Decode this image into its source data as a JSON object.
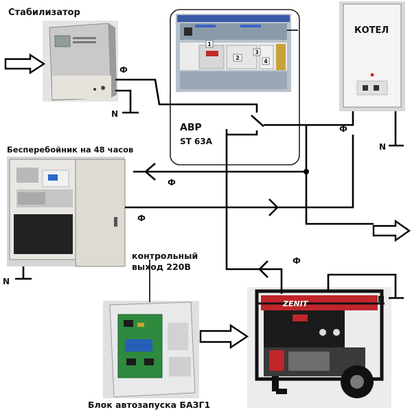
{
  "labels": {
    "stabilizer": "Стабилизатор",
    "ups": "Бесперебойник на 48 часов",
    "boiler": "КОТЕЛ",
    "ats_name": "АВР",
    "ats_model": "ST 63A",
    "control_line1": "контрольный",
    "control_line2": "выход 220В",
    "autostart": "Блок автозапуска БАЗГ1",
    "ats_module_1": "1",
    "ats_module_2": "2",
    "ats_module_3": "3",
    "ats_module_4": "4",
    "generator_brand": "ZENIT"
  },
  "wire_labels": {
    "phase": "Ф",
    "neutral": "N"
  },
  "colors": {
    "wire": "#000000",
    "arrow_fill": "#ffffff",
    "text": "#111111",
    "generator_red": "#c0262b",
    "panel_green": "#1f7a36"
  }
}
